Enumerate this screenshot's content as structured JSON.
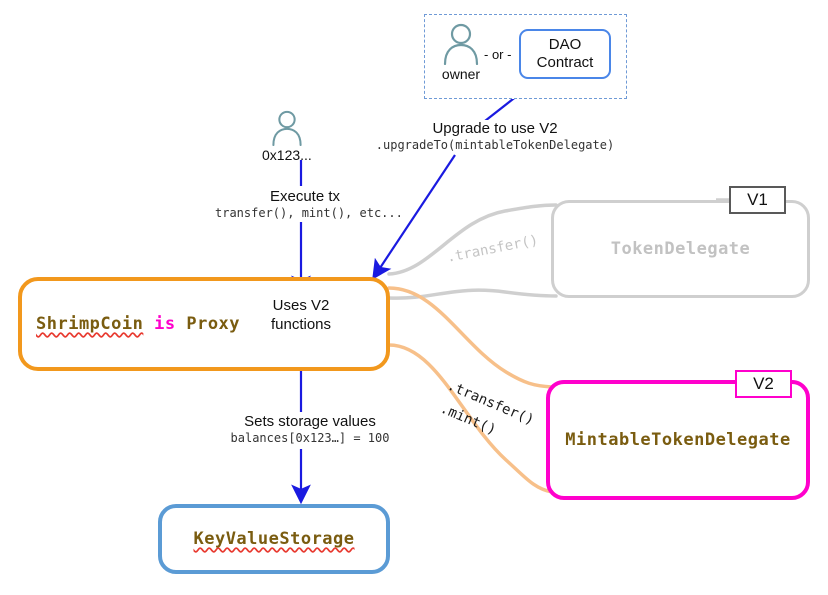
{
  "diagram": {
    "title": "Proxy delegate upgrade diagram",
    "colors": {
      "proxy_orange": "#f2981d",
      "ribbon_orange": "#f7c08a",
      "storage_blue": "#5b9bd5",
      "arrow_blue": "#1a1ae0",
      "v2_magenta": "#ff00cc",
      "v1_grey": "#cfcfcf",
      "code_gold": "#7a5c10",
      "dao_blue": "#4a86e8",
      "person_teal": "#6f9aa3"
    }
  },
  "admin_group": {
    "owner": {
      "icon": "person-icon",
      "caption": "owner"
    },
    "or_label": "- or -",
    "dao": {
      "line1": "DAO",
      "line2": "Contract"
    }
  },
  "user_actor": {
    "icon": "person-icon",
    "caption": "0x123..."
  },
  "edges": {
    "upgrade": {
      "title": "Upgrade to use V2",
      "code": ".upgradeTo(mintableTokenDelegate)"
    },
    "execute": {
      "title": "Execute tx",
      "code": "transfer(), mint(), etc..."
    },
    "uses_v2": {
      "line1": "Uses V2",
      "line2": "functions"
    },
    "sets_storage": {
      "title": "Sets storage values",
      "code": "balances[0x123…] = 100"
    },
    "v1_call": ".transfer()",
    "v2_call_transfer": ".transfer()",
    "v2_call_mint": ".mint()"
  },
  "nodes": {
    "proxy": {
      "name_part": "ShrimpCoin",
      "keyword_part": "is",
      "base_part": "Proxy"
    },
    "storage": {
      "label": "KeyValueStorage"
    },
    "v1_delegate": {
      "label": "TokenDelegate",
      "version_tag": "V1"
    },
    "v2_delegate": {
      "label": "MintableTokenDelegate",
      "version_tag": "V2"
    }
  }
}
